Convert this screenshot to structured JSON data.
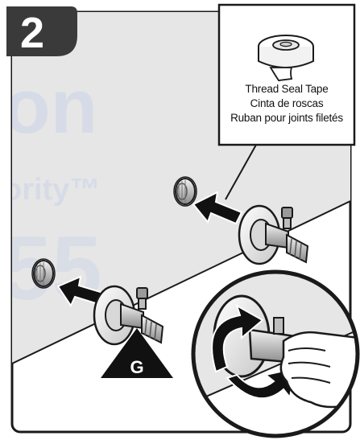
{
  "step": {
    "number": "2"
  },
  "callout": {
    "line1": "Thread Seal Tape",
    "line2": "Cinta de roscas",
    "line3": "Ruban pour joints filetés"
  },
  "marker": {
    "letter": "G"
  },
  "watermark": {
    "line1": "on",
    "line2": "ority™",
    "line3": "55"
  },
  "icons": [
    "thread-seal-tape-icon",
    "shutoff-valve-icon",
    "pipe-stub-icon",
    "push-arrow-icon",
    "rotate-arrow-icon",
    "hand-icon"
  ],
  "colors": {
    "wall": "#e6e6e6",
    "outline": "#1a1a1a",
    "badge": "#3a3a3a",
    "watermark": "#c9d3e8"
  }
}
